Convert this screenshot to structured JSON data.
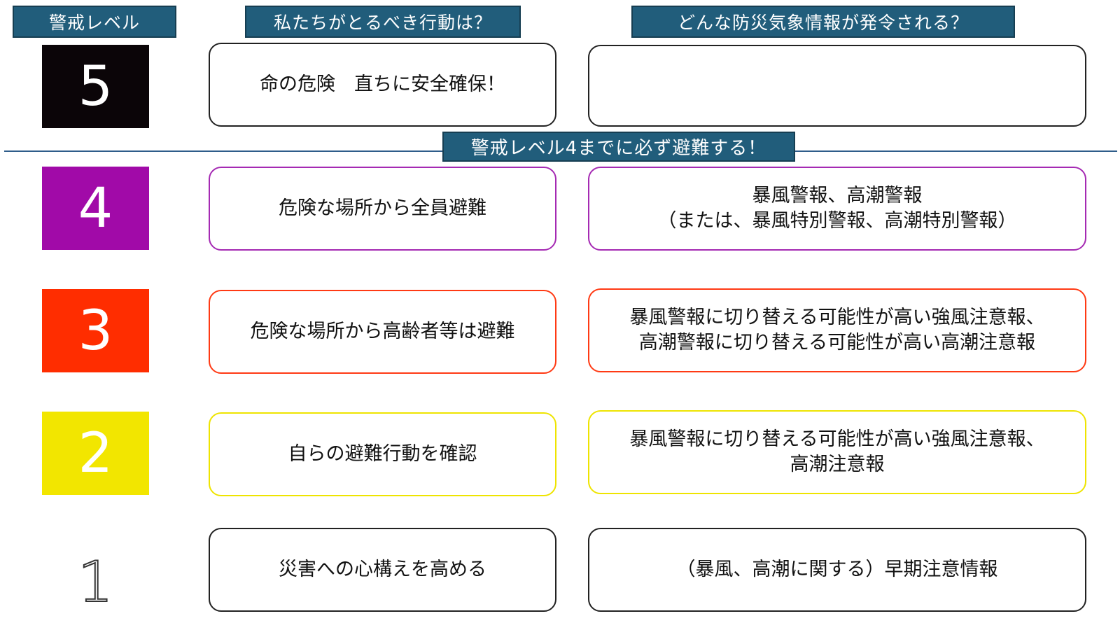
{
  "headers": {
    "level": "警戒レベル",
    "action": "私たちがとるべき行動は？",
    "info": "どんな防災気象情報が発令される？"
  },
  "banner": "警戒レベル4までに必ず避難する！",
  "levels": [
    {
      "number": "5",
      "color": "#0b0508",
      "action": "命の危険　直ちに安全確保！",
      "info_lines": [
        "",
        ""
      ],
      "border_color": "#222222"
    },
    {
      "number": "4",
      "color": "#a10aa8",
      "action": "危険な場所から全員避難",
      "info_lines": [
        "暴風警報、高潮警報",
        "（または、暴風特別警報、高潮特別警報）"
      ],
      "border_color": "#a52ab3"
    },
    {
      "number": "3",
      "color": "#ff2d00",
      "action": "危険な場所から高齢者等は避難",
      "info_lines": [
        "暴風警報に切り替える可能性が高い強風注意報、",
        "高潮警報に切り替える可能性が高い高潮注意報"
      ],
      "border_color": "#ff3a14"
    },
    {
      "number": "2",
      "color": "#f2e600",
      "action": "自らの避難行動を確認",
      "info_lines": [
        "暴風警報に切り替える可能性が高い強風注意報、",
        "高潮注意報"
      ],
      "border_color": "#eee400"
    },
    {
      "number": "1",
      "color": "#ffffff",
      "action": "災害への心構えを高める",
      "info_lines": [
        "（暴風、高潮に関する）早期注意情報",
        ""
      ],
      "border_color": "#222222"
    }
  ]
}
